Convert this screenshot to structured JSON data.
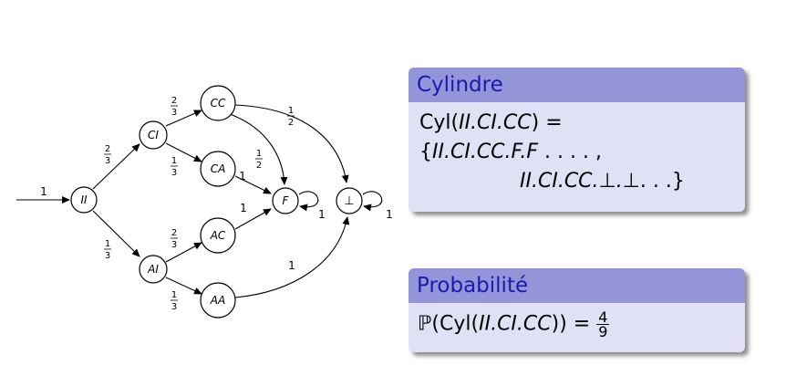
{
  "nodes": {
    "ii": "II",
    "ci": "CI",
    "ai": "AI",
    "cc": "CC",
    "ca": "CA",
    "ac": "AC",
    "aa": "AA",
    "f": "F",
    "bot": "⊥"
  },
  "edge_labels": {
    "init": "1",
    "ii_ci": {
      "num": "2",
      "den": "3"
    },
    "ii_ai": {
      "num": "1",
      "den": "3"
    },
    "ci_cc": {
      "num": "2",
      "den": "3"
    },
    "ci_ca": {
      "num": "1",
      "den": "3"
    },
    "ai_ac": {
      "num": "2",
      "den": "3"
    },
    "ai_aa": {
      "num": "1",
      "den": "3"
    },
    "cc_bot": {
      "num": "1",
      "den": "2"
    },
    "cc_f": {
      "num": "1",
      "den": "2"
    },
    "ca_f": "1",
    "ac_f": "1",
    "aa_bot": "1",
    "f_loop": "1",
    "bot_loop": "1"
  },
  "cylinder_block": {
    "title": "Cylindre",
    "line1_prefix": "Cyl(",
    "line1_word": "II.CI.CC",
    "line1_suffix": ") =",
    "line2_open": "{",
    "line2_word": "II.CI.CC.F.F",
    "line2_tail": ". . . . ,",
    "line3_word": "II.CI.CC.⊥.⊥",
    "line3_tail": ". . .}"
  },
  "probability_block": {
    "title": "Probabilité",
    "prefix": "ℙ(Cyl(",
    "word": "II.CI.CC",
    "suffix": ")) =",
    "frac_num": "4",
    "frac_den": "9"
  }
}
